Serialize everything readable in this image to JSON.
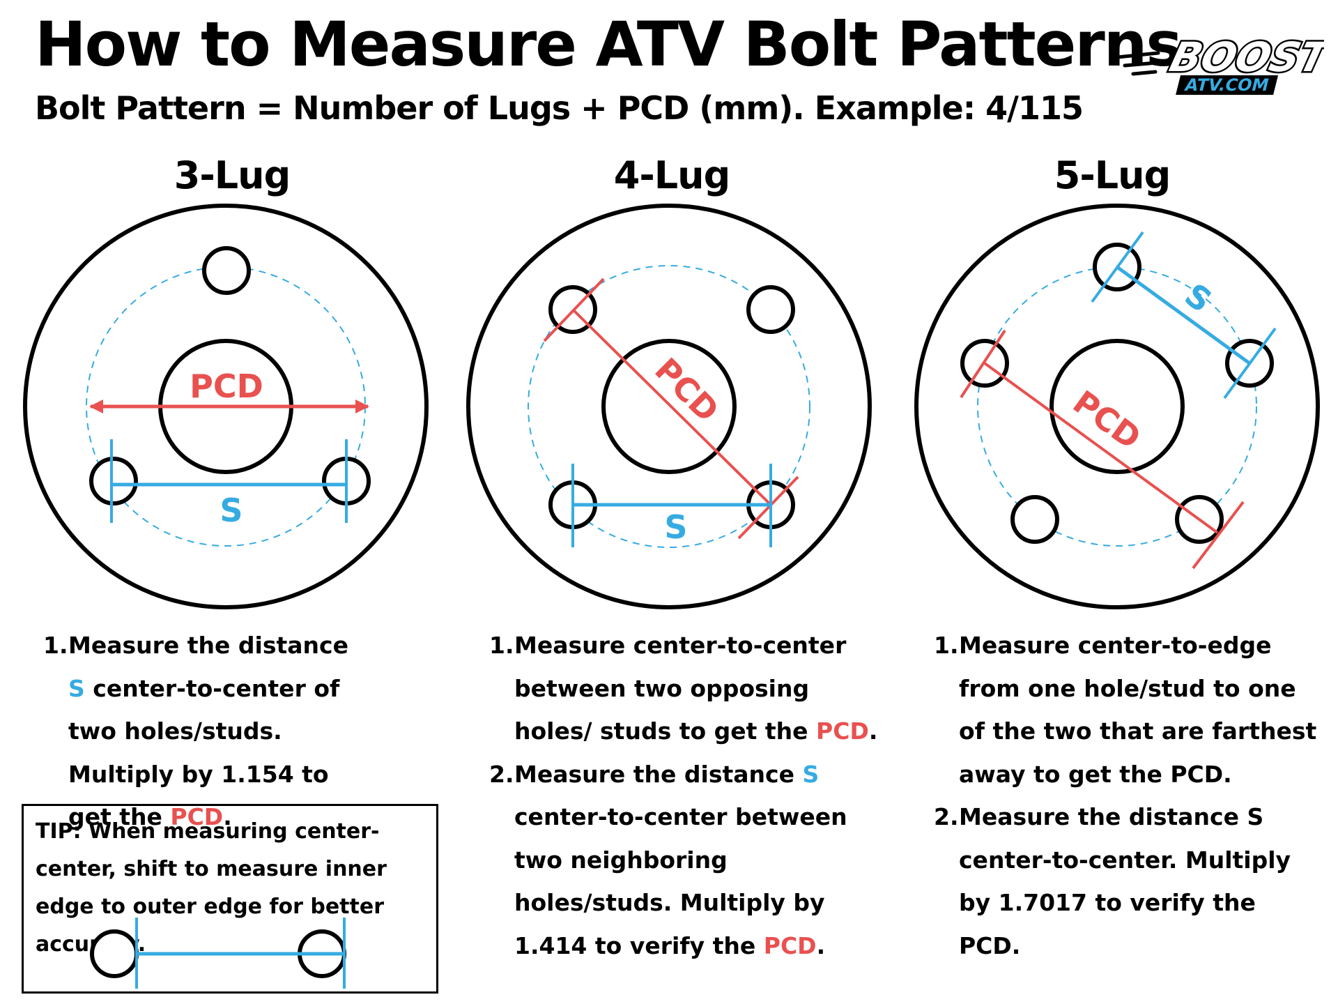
{
  "title": "How to Measure ATV Bolt Patterns",
  "subtitle": "Bolt Pattern = Number of Lugs + PCD (mm). Example: 4/115",
  "logo": {
    "word": "BOOST",
    "sub": "ATV.COM"
  },
  "colors": {
    "pcd": "#E8514F",
    "s": "#36ABE2",
    "outline": "#000000",
    "circle_dash": "#36ABE2"
  },
  "labels": {
    "pcd": "PCD",
    "s": "S"
  },
  "columns": [
    {
      "title": "3-Lug",
      "steps": [
        {
          "n": "1.",
          "parts": [
            {
              "t": "Measure the distance ",
              "c": ""
            },
            {
              "t": "S",
              "c": "blue"
            },
            {
              "t": " center-to-center of two holes/studs. Multiply by 1.154 to get the ",
              "c": ""
            },
            {
              "t": "PCD",
              "c": "red"
            },
            {
              "t": ".",
              "c": ""
            }
          ]
        }
      ]
    },
    {
      "title": "4-Lug",
      "steps": [
        {
          "n": "1.",
          "parts": [
            {
              "t": "Measure center-to-center between two opposing holes/ studs to get the ",
              "c": ""
            },
            {
              "t": "PCD",
              "c": "red"
            },
            {
              "t": ".",
              "c": ""
            }
          ]
        },
        {
          "n": "2.",
          "parts": [
            {
              "t": "Measure the distance ",
              "c": ""
            },
            {
              "t": "S",
              "c": "blue"
            },
            {
              "t": " center-to-center between two neighboring holes/studs. Multiply by 1.414 to verify the ",
              "c": ""
            },
            {
              "t": "PCD",
              "c": "red"
            },
            {
              "t": ".",
              "c": ""
            }
          ]
        }
      ]
    },
    {
      "title": "5-Lug",
      "steps": [
        {
          "n": "1.",
          "parts": [
            {
              "t": "Measure center-to-edge from one hole/stud to one of the two that are farthest away to get the PCD.",
              "c": ""
            }
          ]
        },
        {
          "n": "2.",
          "parts": [
            {
              "t": "Measure the distance S center-to-center. Multiply by 1.7017 to verify the PCD.",
              "c": ""
            }
          ]
        }
      ]
    }
  ],
  "tip": {
    "text": "TIP: When measuring center-center, shift to measure inner edge to outer edge for better accuracy."
  }
}
